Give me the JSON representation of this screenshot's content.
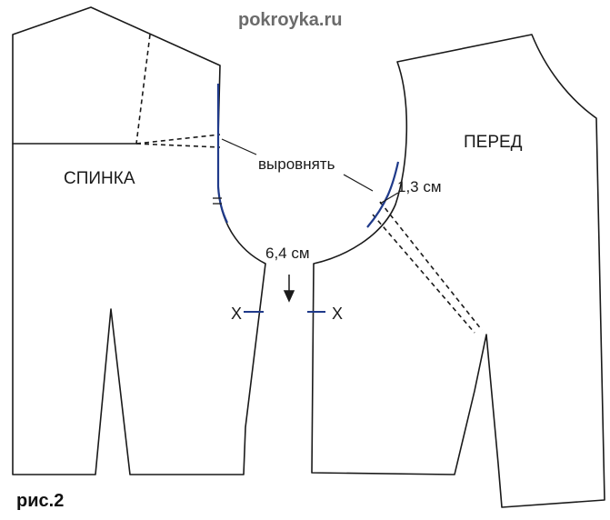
{
  "site_watermark": "pokroyka.ru",
  "labels": {
    "back_piece": "СПИНКА",
    "front_piece": "ПЕРЕД",
    "align_note": "выровнять",
    "front_measure": "1,3 см",
    "gap_measure": "6,4 см",
    "notch_left": "X",
    "notch_right": "X"
  },
  "figure_caption": "рис.2",
  "colors": {
    "outline": "#1a1a1a",
    "armhole_highlight": "#1f3a8a",
    "notch_mark": "#1f3a8a",
    "watermark": "#6b6b6b"
  }
}
